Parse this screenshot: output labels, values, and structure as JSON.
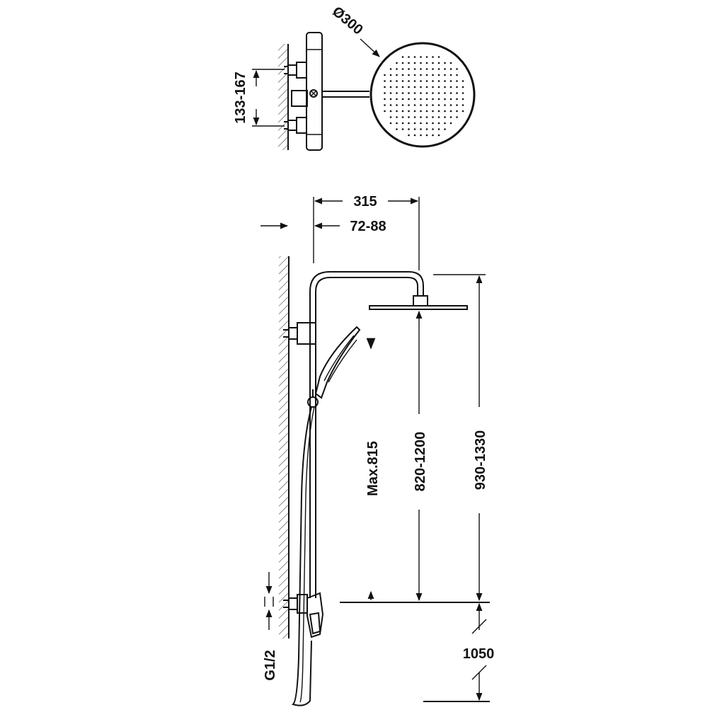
{
  "dimensions": {
    "head_diameter": "Ø300",
    "bracket_spacing": "133-167",
    "arm_reach": "315",
    "wall_offset": "72-88",
    "max_handshower": "Max.815",
    "head_height_short": "820-1200",
    "head_height_long": "930-1330",
    "mount_height": "1050",
    "inlet_thread": "G1/2"
  }
}
